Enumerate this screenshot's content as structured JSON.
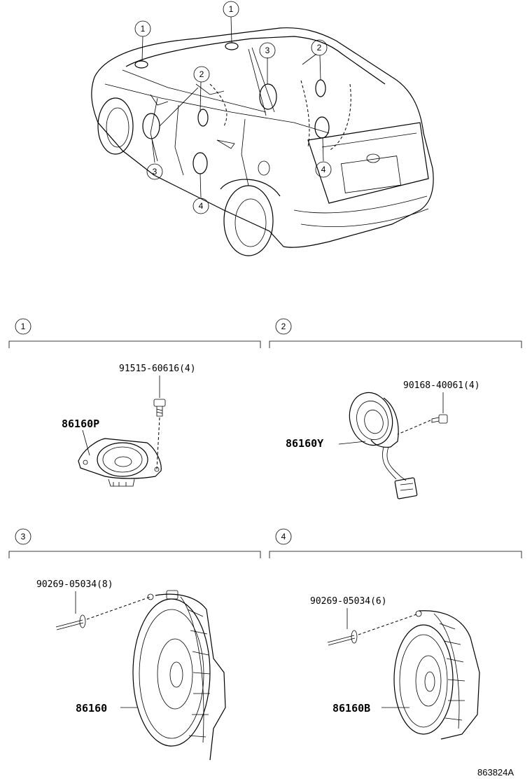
{
  "callouts": [
    "1",
    "2",
    "3",
    "4"
  ],
  "sections": [
    {
      "number": "1",
      "part_number": "86160P",
      "fastener": "91515-60616(4)"
    },
    {
      "number": "2",
      "part_number": "86160Y",
      "fastener": "90168-40061(4)"
    },
    {
      "number": "3",
      "part_number": "86160",
      "fastener": "90269-05034(8)"
    },
    {
      "number": "4",
      "part_number": "86160B",
      "fastener": "90269-05034(6)"
    }
  ],
  "diagram_ref": "863824A"
}
